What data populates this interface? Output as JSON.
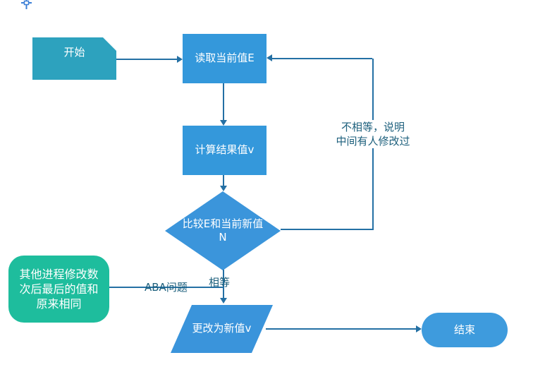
{
  "diagram": {
    "start": {
      "label": "开始"
    },
    "read": {
      "label": "读取当前值E"
    },
    "compute": {
      "label": "计算结果值v"
    },
    "compare": {
      "line1": "比较E和当前新值",
      "line2": "N"
    },
    "note": {
      "line1": "其他进程修改数",
      "line2": "次后最后的值和",
      "line3": "原来相同"
    },
    "update": {
      "label": "更改为新值v"
    },
    "end": {
      "label": "结束"
    },
    "labels": {
      "equal": "相等",
      "aba": "ABA问题",
      "not_equal1": "不相等，说明",
      "not_equal2": "中间有人修改过"
    }
  },
  "colors": {
    "card_fill": "#2DA2BE",
    "process_fill": "#3498DB",
    "decision_fill": "#3B95DB",
    "io_fill": "#3A94DB",
    "terminator_fill": "#3E9BDD",
    "note_fill": "#1EBD9D",
    "connector_line": "#2470A4",
    "edge_label_text": "#1C5F7C",
    "node_text": "#FFFFFF",
    "background": "#FFFFFF"
  }
}
